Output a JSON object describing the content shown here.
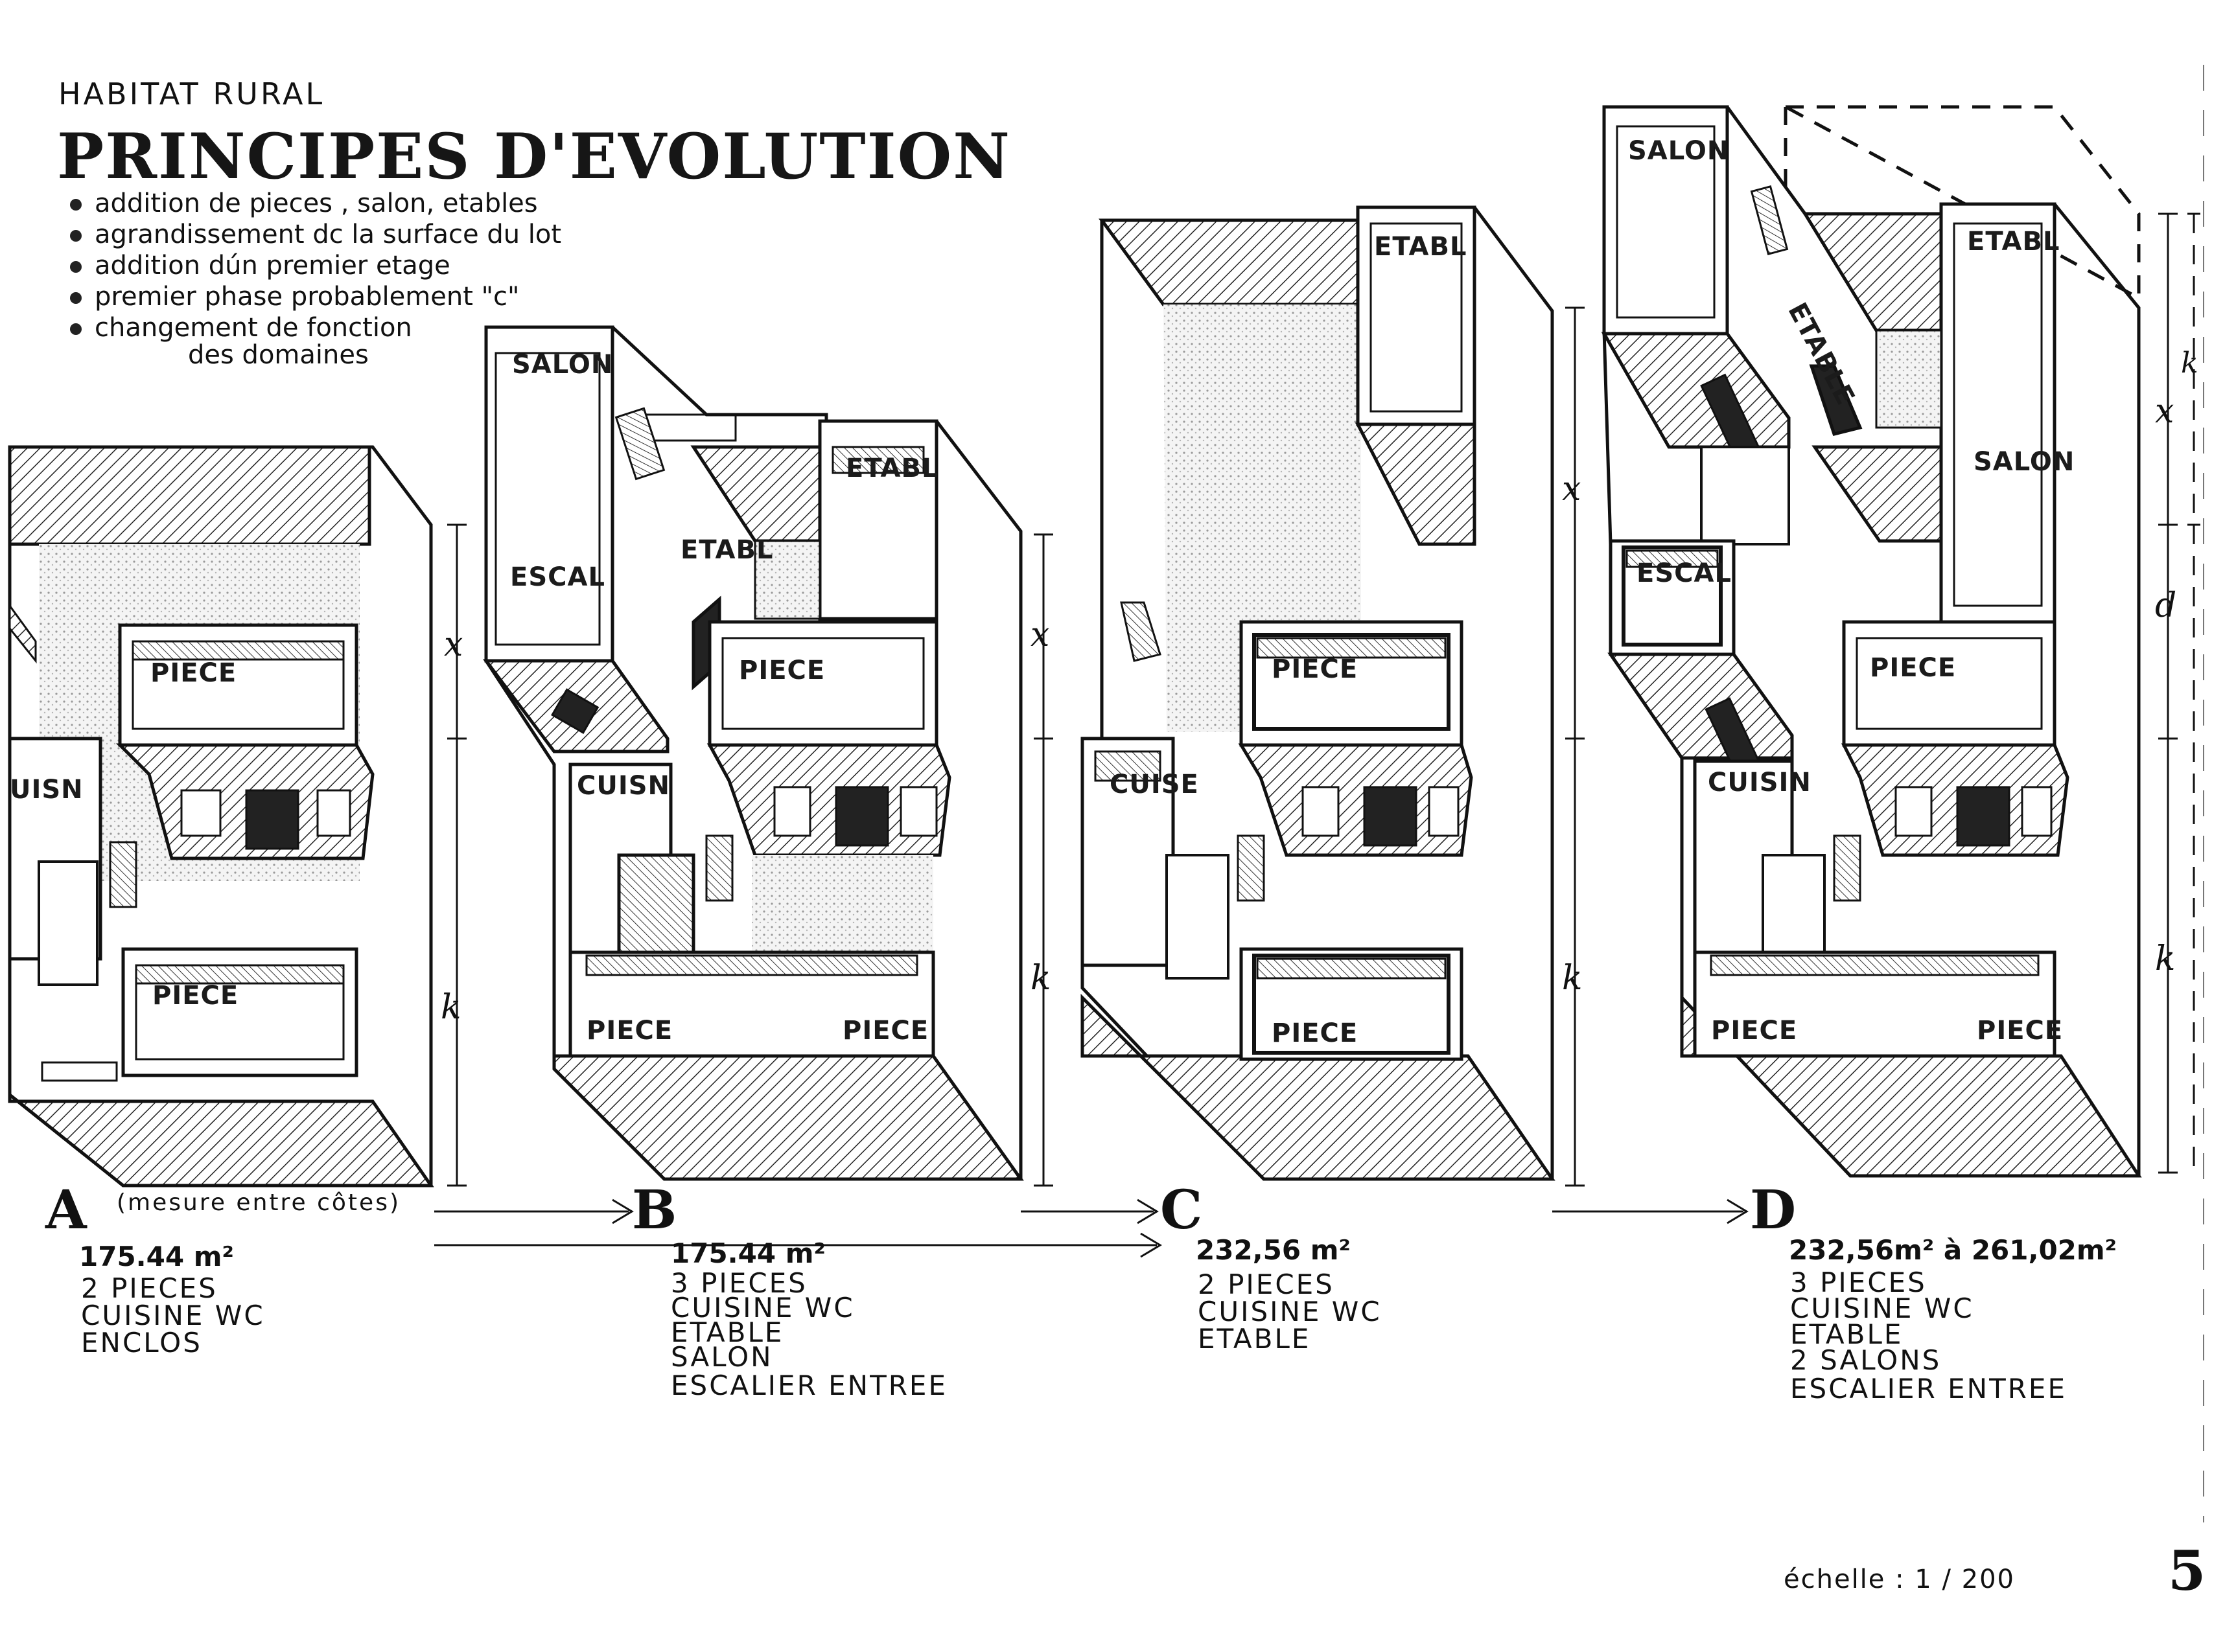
{
  "header": {
    "subtitle": "HABITAT RURAL",
    "title": "PRINCIPES D'EVOLUTION",
    "principles": [
      "addition de pieces , salon, etables",
      "agrandissement dc la surface du lot",
      "addition dún premier etage",
      "premier phase probablement \"c\"",
      "changement de fonction"
    ],
    "principle_cont": "des domaines"
  },
  "phases": [
    {
      "letter": "A",
      "note": "(mesure entre côtes)",
      "area": "175.44 m²",
      "lines": [
        "2 PIECES",
        "CUISINE WC",
        "ENCLOS"
      ],
      "rooms": [
        "PIECE",
        "PIECE",
        "UISN"
      ]
    },
    {
      "letter": "B",
      "area": "175.44 m²",
      "lines": [
        "3 PIECES",
        "CUISINE WC",
        "ETABLE",
        "SALON",
        "ESCALIER ENTREE"
      ],
      "rooms": [
        "SALON",
        "ESCAL",
        "ETABL",
        "ETABL",
        "PIECE",
        "CUISN",
        "PIECE",
        "PIECE"
      ]
    },
    {
      "letter": "C",
      "area": "232,56 m²",
      "lines": [
        "2 PIECES",
        "CUISINE WC",
        "ETABLE"
      ],
      "rooms": [
        "ETABL",
        "PIECE",
        "CUISE",
        "PIECE"
      ]
    },
    {
      "letter": "D",
      "area": "232,56m² à 261,02m²",
      "lines": [
        "3 PIECES",
        "CUISINE WC",
        "ETABLE",
        "2 SALONS",
        "ESCALIER ENTREE"
      ],
      "rooms": [
        "SALON",
        "ETABL",
        "ETABLE",
        "SALON",
        "ESCAL",
        "PIECE",
        "CUISIN",
        "PIECE",
        "PIECE"
      ]
    }
  ],
  "dimensions": {
    "x": "x",
    "k": "k",
    "d": "d"
  },
  "footer": {
    "scale": "échelle : 1 / 200",
    "page_number": "5"
  }
}
